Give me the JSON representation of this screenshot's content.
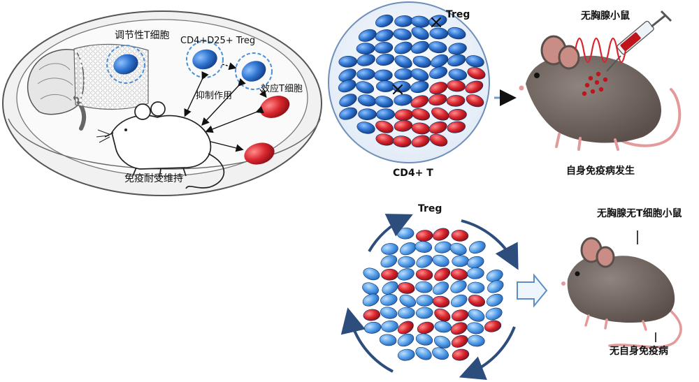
{
  "panel_a": {
    "tcell_reg": "调节性T细胞",
    "treg_marker": "CD4+D25+ Treg",
    "suppression": "抑制作用",
    "effector": "效应T细胞",
    "tolerance": "免疫耐受维持"
  },
  "panel_b": {
    "treg": "Treg",
    "cd4": "CD4+ T",
    "nude_mouse": "无胸腺小鼠",
    "autoimmune": "自身免疫病发生"
  },
  "panel_c": {
    "treg": "Treg",
    "mouse_label": "无胸腺无T细胞小鼠",
    "no_autoimmune": "无自身免疫病"
  },
  "colors": {
    "treg_blue": "#2f74d0",
    "effector_red": "#d8262e",
    "mouse_brown": "#6e625c",
    "arrow_navy": "#2d4e7d"
  },
  "icons": [
    "mouse-outline-icon",
    "thymus-icon",
    "syringe-icon",
    "heat-wave-icon",
    "mouse-icon",
    "cross-mark-icon"
  ]
}
